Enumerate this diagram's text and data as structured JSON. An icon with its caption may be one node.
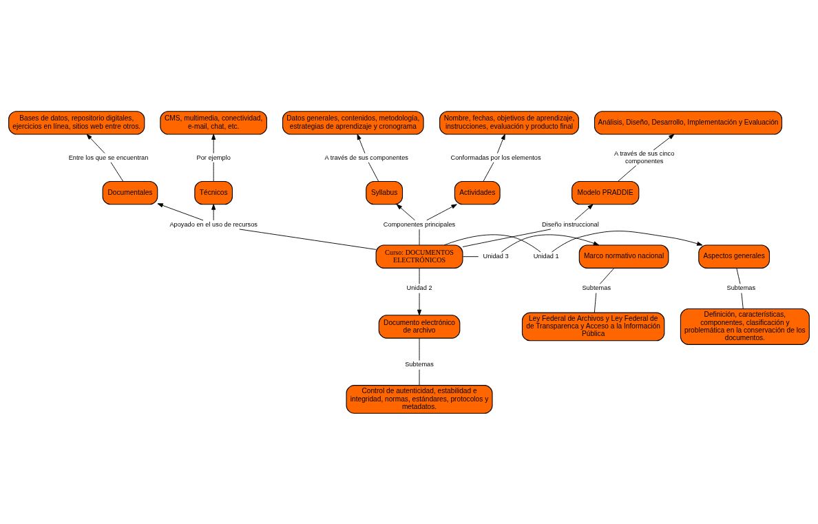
{
  "diagram": {
    "nodes": [
      {
        "text": [
          "Datos generales, contenidos, metodología, estrategias de aprendizaje y cronograma"
        ]
      },
      {
        "text": [
          "Nombre, fechas, objetivos de aprendizaje, instrucciones, evaluación y producto final"
        ]
      },
      {
        "text": [
          "Bases de datos, repositorio digitales, ejercicios en línea, sitios web entre otros."
        ]
      },
      {
        "text": [
          "CMS, multimedia, conectividad, e-mail, chat, etc."
        ]
      },
      {
        "text": [
          "A través de sus componentes"
        ]
      },
      {
        "text": [
          "Conformadas por los elementos"
        ]
      },
      {
        "text": [
          "Entre los que se encuentran"
        ]
      },
      {
        "text": [
          "Por ejemplo"
        ]
      },
      {
        "text": [
          "Syllabus"
        ]
      },
      {
        "text": [
          "Actividades"
        ]
      },
      {
        "text": [
          "Documentales"
        ]
      },
      {
        "text": [
          "Técnicos"
        ]
      },
      {
        "text": [
          "Análisis, Diseño, Desarrollo, Implementación y Evaluación"
        ]
      },
      {
        "text": [
          "A través de sus cinco componentes"
        ]
      },
      {
        "text": [
          "Componentes principales"
        ]
      },
      {
        "text": [
          "Modelo PRADDIE"
        ]
      },
      {
        "text": [
          "Apoyado en el uso de recursos"
        ]
      },
      {
        "text": [
          "Diseño instruccional"
        ]
      },
      {
        "text": [
          "Curso: DOCUMENTOS ELECTRÓNICOS"
        ]
      },
      {
        "text": [
          "Aspectos generales"
        ]
      },
      {
        "text": [
          "Unidad 1"
        ]
      },
      {
        "text": [
          "Unidad 3"
        ]
      },
      {
        "text": [
          "Marco normativo nacional"
        ]
      },
      {
        "text": [
          "Unidad 2"
        ]
      },
      {
        "text": [
          "Subtemas"
        ]
      },
      {
        "text": [
          "Subtemas"
        ]
      },
      {
        "text": [
          "Documento electrónico de archivo"
        ]
      },
      {
        "text": [
          "Definición, características, componentes, clasificación y problemática en la conservación de los documentos."
        ]
      },
      {
        "text": [
          "Subtemas"
        ]
      },
      {
        "text": [
          "Ley Federal de Archivos y Ley Federal de de Transparenca y Acceso a la Información Pública"
        ]
      },
      {
        "text": [
          "Control de autenticidad, estabilidad e integridad, normas, estándares, protocolos y metadatos."
        ]
      }
    ],
    "edges": [
      {
        "from": 18,
        "to": 14,
        "arrow": "none"
      },
      {
        "from": 14,
        "to": 8,
        "arrow": "to"
      },
      {
        "from": 14,
        "to": 9,
        "arrow": "to"
      },
      {
        "from": 8,
        "to": 4,
        "arrow": "none"
      },
      {
        "from": 4,
        "to": 0,
        "arrow": "to"
      },
      {
        "from": 9,
        "to": 5,
        "arrow": "none"
      },
      {
        "from": 5,
        "to": 1,
        "arrow": "to"
      },
      {
        "from": 18,
        "to": 17,
        "arrow": "none"
      },
      {
        "from": 17,
        "to": 15,
        "arrow": "to"
      },
      {
        "from": 15,
        "to": 13,
        "arrow": "none"
      },
      {
        "from": 13,
        "to": 12,
        "arrow": "to"
      },
      {
        "from": 18,
        "to": 16,
        "arrow": "none"
      },
      {
        "from": 16,
        "to": 10,
        "arrow": "to"
      },
      {
        "from": 16,
        "to": 11,
        "arrow": "to"
      },
      {
        "from": 10,
        "to": 6,
        "arrow": "none"
      },
      {
        "from": 6,
        "to": 2,
        "arrow": "to"
      },
      {
        "from": 11,
        "to": 7,
        "arrow": "none"
      },
      {
        "from": 7,
        "to": 3,
        "arrow": "to"
      },
      {
        "from": 18,
        "to": 20,
        "arrow": "none"
      },
      {
        "from": 20,
        "to": 19,
        "arrow": "to"
      },
      {
        "from": 18,
        "to": 21,
        "arrow": "none"
      },
      {
        "from": 21,
        "to": 22,
        "arrow": "to"
      },
      {
        "from": 18,
        "to": 23,
        "arrow": "none"
      },
      {
        "from": 23,
        "to": 26,
        "arrow": "to"
      },
      {
        "from": 19,
        "to": 24,
        "arrow": "none"
      },
      {
        "from": 24,
        "to": 27,
        "arrow": "none"
      },
      {
        "from": 22,
        "to": 25,
        "arrow": "none"
      },
      {
        "from": 25,
        "to": 29,
        "arrow": "none"
      },
      {
        "from": 26,
        "to": 28,
        "arrow": "none"
      },
      {
        "from": 28,
        "to": 30,
        "arrow": "none"
      }
    ]
  }
}
